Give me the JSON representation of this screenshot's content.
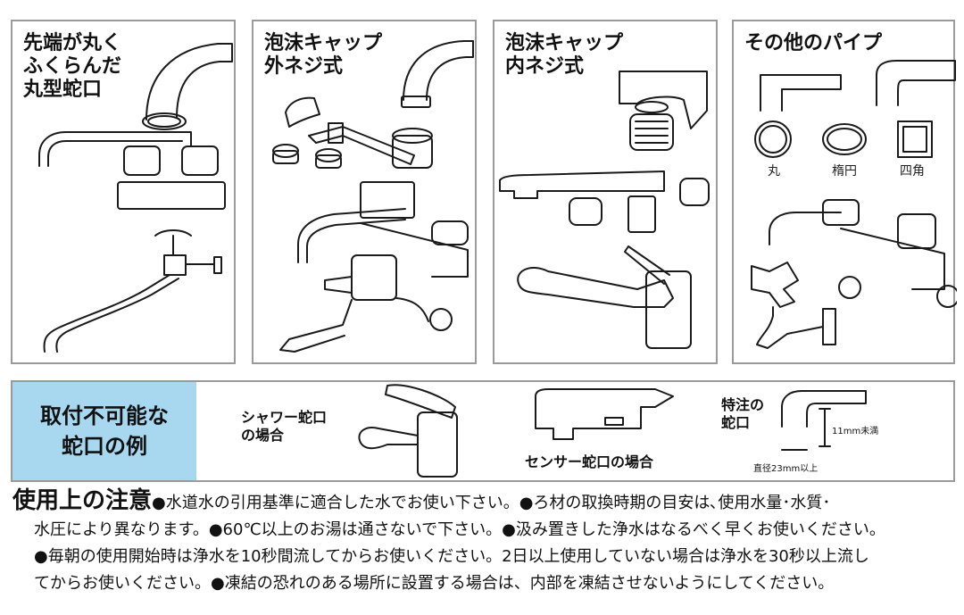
{
  "panels": [
    {
      "title": "先端が丸く\nふくらんだ\n丸型蛇口"
    },
    {
      "title": "泡沫キャップ\n外ネジ式"
    },
    {
      "title": "泡沫キャップ\n内ネジ式"
    },
    {
      "title": "その他のパイプ",
      "shapes": [
        {
          "label": "丸"
        },
        {
          "label": "楕円"
        },
        {
          "label": "四角"
        }
      ]
    }
  ],
  "not_possible": {
    "title": "取付不可能な\n蛇口の例",
    "shower": "シャワー蛇口\nの場合",
    "sensor": "センサー蛇口の場合",
    "special": "特注の\n蛇口",
    "dim_height": "11mm未満",
    "dim_diameter": "直径23mm以上"
  },
  "notes": {
    "title": "使用上の注意",
    "line1": "●水道水の引用基準に適合した水でお使い下さい。●ろ材の取換時期の目安は､使用水量･水質･",
    "line2": "水圧により異なります。●60℃以上のお湯は通さないで下さい。●汲み置きした浄水はなるべく早くお使いください。",
    "line3": "●毎朝の使用開始時は浄水を10秒間流してからお使いください。2日以上使用していない場合は浄水を30秒以上流し",
    "line4": "てからお使いください。●凍結の恐れのある場所に設置する場合は、内部を凍結させないようにしてください。"
  }
}
